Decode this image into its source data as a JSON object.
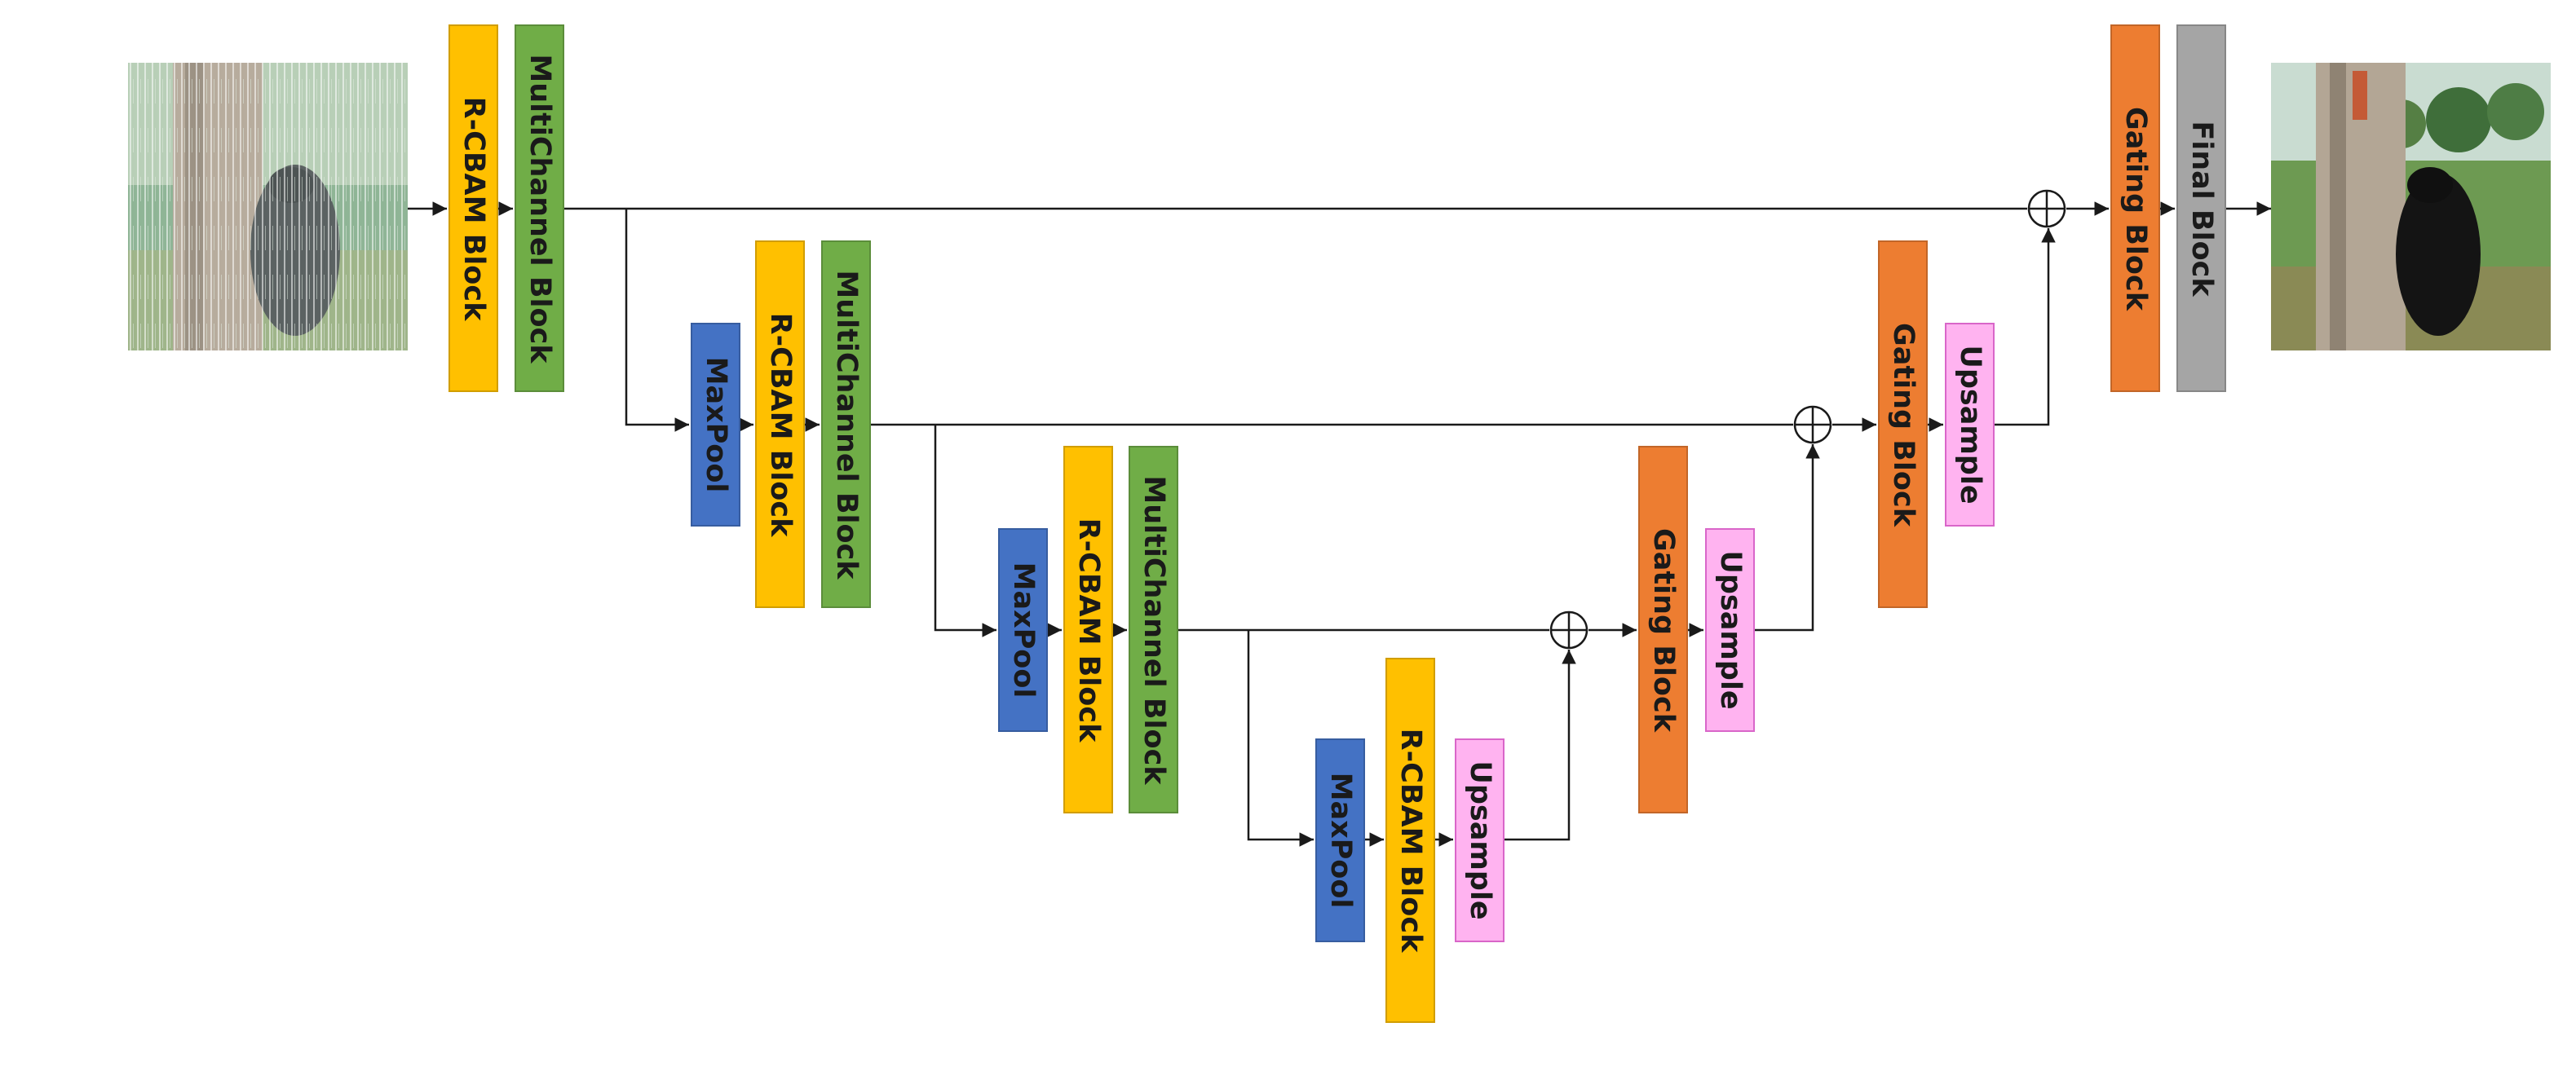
{
  "colors": {
    "rcbam": "#FFC000",
    "multichannel": "#70AD47",
    "maxpool": "#4472C4",
    "gating": "#ED7D31",
    "upsample": "#FFB3F0",
    "upsample_border": "#D966C9",
    "final": "#A5A5A5",
    "wire": "#1a1a1a"
  },
  "images": {
    "input": {
      "kind": "noisy-photo",
      "subject": "bear-on-tree"
    },
    "output": {
      "kind": "clean-photo",
      "subject": "bear-on-tree"
    }
  },
  "blocks": {
    "enc1_rcbam": "R-CBAM Block",
    "enc1_multi": "MultiChannel Block",
    "enc2_pool": "MaxPool",
    "enc2_rcbam": "R-CBAM Block",
    "enc2_multi": "MultiChannel Block",
    "enc3_pool": "MaxPool",
    "enc3_rcbam": "R-CBAM Block",
    "enc3_multi": "MultiChannel Block",
    "bott_pool": "MaxPool",
    "bott_rcbam": "R-CBAM Block",
    "bott_up": "Upsample",
    "dec3_gate": "Gating Block",
    "dec3_up": "Upsample",
    "dec2_gate": "Gating Block",
    "dec2_up": "Upsample",
    "dec1_gate": "Gating Block",
    "final": "Final Block"
  }
}
